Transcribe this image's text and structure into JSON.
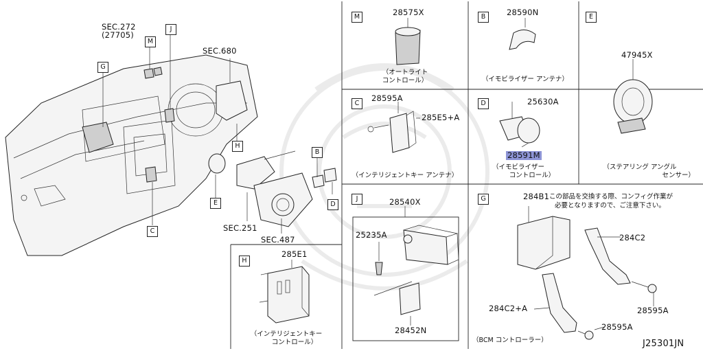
{
  "diagram_id": "J25301JN",
  "main": {
    "sec272": "SEC.272",
    "sec272_sub": "(27705)",
    "sec680": "SEC.680",
    "sec251": "SEC.251",
    "sec487": "SEC.487",
    "callouts": {
      "m": "M",
      "j": "J",
      "g": "G",
      "h": "H",
      "b": "B",
      "e": "E",
      "d": "D",
      "c": "C"
    }
  },
  "panels": {
    "m": {
      "key": "M",
      "part": "28575X",
      "caption1": "（オートライト",
      "caption2": "コントロール）"
    },
    "b": {
      "key": "B",
      "part": "28590N",
      "caption1": "（イモビライザー アンテナ）"
    },
    "e": {
      "key": "E",
      "part": "47945X",
      "caption1": "（ステアリング アングル",
      "caption2": "センサー）"
    },
    "c": {
      "key": "C",
      "part1": "28595A",
      "part2": "285E5+A",
      "caption1": "（インテリジェントキー アンテナ）"
    },
    "d": {
      "key": "D",
      "part1": "25630A",
      "part2": "28591M",
      "caption1": "（イモビライザー",
      "caption2": "コントロール）"
    },
    "j": {
      "key": "J",
      "part1": "28540X",
      "part2": "25235A",
      "part3": "28452N"
    },
    "g": {
      "key": "G",
      "part1": "284B1",
      "note1": "この部品を交換する際、コンフィグ作業が",
      "note2": "必要となりますので、ご注意下さい。",
      "part2": "284C2",
      "part3": "284C2+A",
      "part4": "28595A",
      "part5": "28595A",
      "caption1": "（BCM コントローラー）"
    },
    "h": {
      "key": "H",
      "part": "285E1",
      "caption1": "（インテリジェントキー",
      "caption2": "コントロール）"
    }
  }
}
